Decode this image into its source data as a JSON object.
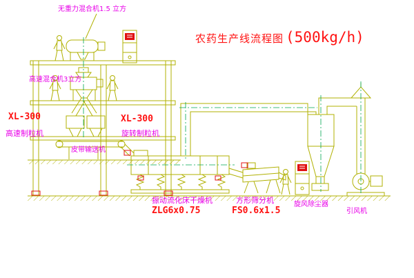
{
  "title": {
    "text": "农药生产线流程图",
    "capacity": "(500kg/h)"
  },
  "labels": {
    "top_mixer": "无重力混合机1.5 立方",
    "floor2_mixer": "高速混合机3立方",
    "granulator_left_model": "XL-300",
    "granulator_left_name": "高速制粒机",
    "granulator_mid_model": "XL-300",
    "granulator_mid_name": "旋转制粒机",
    "belt_conveyor": "皮带输送机",
    "dryer_name": "振动流化床干燥机",
    "dryer_model": "ZLG6x0.75",
    "sieve_name": "方形筛分机",
    "sieve_model": "FS0.6x1.5",
    "cyclone": "旋风除尘器",
    "fan": "引风机"
  },
  "colors": {
    "background": "#ffffff",
    "line_yellow": "#b0b000",
    "accent_red": "#ff1111",
    "label_magenta": "#e800e8",
    "centerline_green": "#00a650"
  }
}
